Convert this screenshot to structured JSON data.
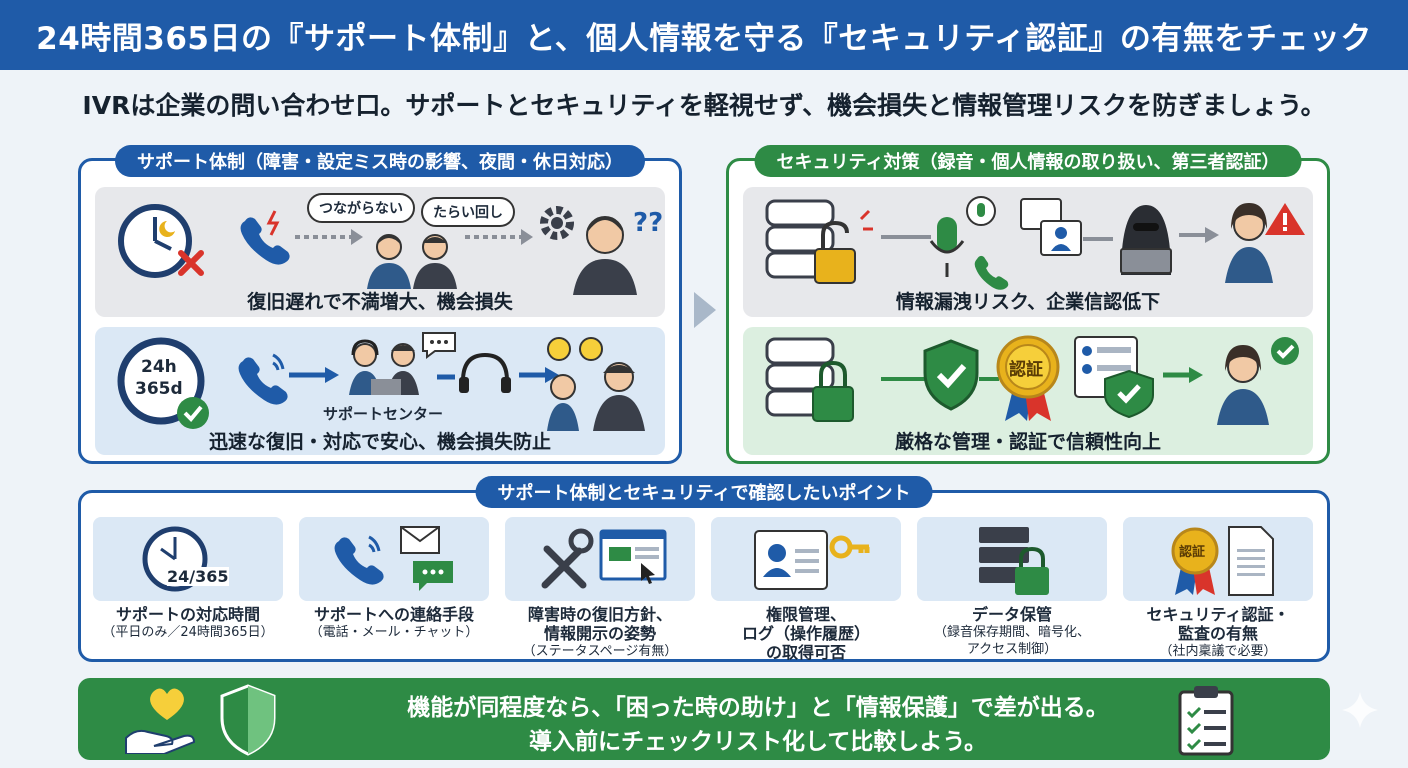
{
  "header": {
    "title": "24時間365日の『サポート体制』と、個人情報を守る『セキュリティ認証』の有無をチェック"
  },
  "subtitle": "IVRは企業の問い合わせ口。サポートとセキュリティを軽視せず、機会損失と情報管理リスクを防ぎましょう。",
  "support": {
    "title": "サポート体制（障害・設定ミス時の影響、夜間・休日対応）",
    "bad": {
      "bubble1": "つながらない",
      "bubble2": "たらい回し",
      "caption": "復旧遅れで不満増大、機会損失"
    },
    "good": {
      "clock_line1": "24h",
      "clock_line2": "365d",
      "center_label": "サポートセンター",
      "caption": "迅速な復旧・対応で安心、機会損失防止"
    }
  },
  "security": {
    "title": "セキュリティ対策（録音・個人情報の取り扱い、第三者認証）",
    "bad": {
      "caption": "情報漏洩リスク、企業信認低下"
    },
    "good": {
      "badge": "認証",
      "caption": "厳格な管理・認証で信頼性向上"
    }
  },
  "points": {
    "title": "サポート体制とセキュリティで確認したいポイント",
    "clock_label": "24/365",
    "cert_badge": "認証",
    "items": [
      {
        "line1": "サポートの対応時間",
        "line2": "（平日のみ／24時間365日）"
      },
      {
        "line1": "サポートへの連絡手段",
        "line2": "（電話・メール・チャット）"
      },
      {
        "line1": "障害時の復旧方針、",
        "line1b": "情報開示の姿勢",
        "line2": "（ステータスページ有無）"
      },
      {
        "line1": "権限管理、",
        "line1b": "ログ（操作履歴）",
        "line1c": "の取得可否"
      },
      {
        "line1": "データ保管",
        "line2": "（録音保存期間、暗号化、",
        "line2b": "アクセス制御）"
      },
      {
        "line1": "セキュリティ認証・",
        "line1b": "監査の有無",
        "line2": "（社内稟議で必要）"
      }
    ]
  },
  "bottom": {
    "line1": "機能が同程度なら、「困った時の助け」と「情報保護」で差が出る。",
    "line2": "導入前にチェックリスト化して比較しよう。"
  },
  "colors": {
    "blue": "#1f5ba8",
    "green": "#2e8b45",
    "red": "#d9342b",
    "yellow": "#e8b21c"
  }
}
